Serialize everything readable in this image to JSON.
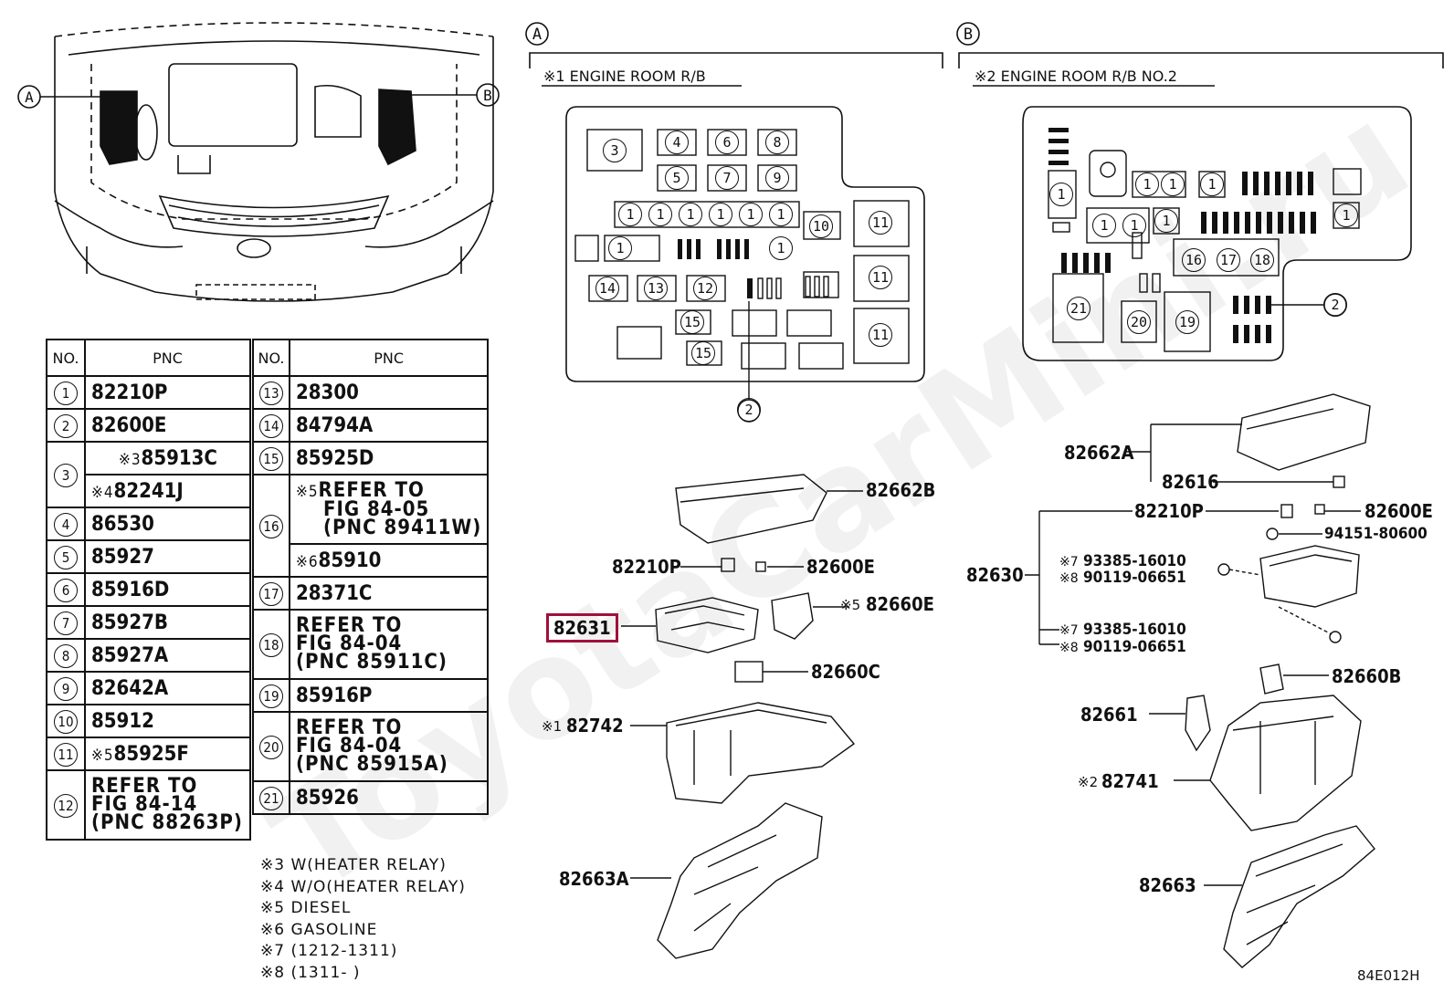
{
  "watermark": "ToyotaCarMini.ru",
  "figure_code": "84E012H",
  "callouts": {
    "a": "A",
    "b": "B"
  },
  "sections": {
    "a_title": "※1 ENGINE ROOM R/B",
    "b_title": "※2 ENGINE ROOM R/B NO.2"
  },
  "table_left": {
    "header_no": "NO.",
    "header_pnc": "PNC",
    "rows": [
      {
        "no": "1",
        "pnc": "82210P"
      },
      {
        "no": "2",
        "pnc": "82600E"
      },
      {
        "no": "3",
        "a_note": "※3",
        "a_pnc": "85913C",
        "b_note": "※4",
        "b_pnc": "82241J"
      },
      {
        "no": "4",
        "pnc": "86530"
      },
      {
        "no": "5",
        "pnc": "85927"
      },
      {
        "no": "6",
        "pnc": "85916D"
      },
      {
        "no": "7",
        "pnc": "85927B"
      },
      {
        "no": "8",
        "pnc": "85927A"
      },
      {
        "no": "9",
        "pnc": "82642A"
      },
      {
        "no": "10",
        "pnc": "85912"
      },
      {
        "no": "11",
        "note": "※5",
        "pnc": "85925F"
      },
      {
        "no": "12",
        "ref": [
          "REFER TO",
          "FIG 84-14",
          "(PNC 88263P)"
        ]
      }
    ]
  },
  "table_right": {
    "header_no": "NO.",
    "header_pnc": "PNC",
    "rows": [
      {
        "no": "13",
        "pnc": "28300"
      },
      {
        "no": "14",
        "pnc": "84794A"
      },
      {
        "no": "15",
        "pnc": "85925D"
      },
      {
        "no": "16",
        "a_note": "※5",
        "a_ref": [
          "REFER TO",
          "FIG 84-05",
          "(PNC 89411W)"
        ],
        "b_note": "※6",
        "b_pnc": "85910"
      },
      {
        "no": "17",
        "pnc": "28371C"
      },
      {
        "no": "18",
        "ref": [
          "REFER TO",
          "FIG 84-04",
          "(PNC 85911C)"
        ]
      },
      {
        "no": "19",
        "pnc": "85916P"
      },
      {
        "no": "20",
        "ref": [
          "REFER TO",
          "FIG 84-04",
          "(PNC 85915A)"
        ]
      },
      {
        "no": "21",
        "pnc": "85926"
      }
    ]
  },
  "footnotes": [
    "※3 W(HEATER RELAY)",
    "※4 W/O(HEATER RELAY)",
    "※5 DIESEL",
    "※6 GASOLINE",
    "※7 (1212-1311)",
    "※8 (1311-      )"
  ],
  "box_a_labels": {
    "b1": "1",
    "b2": "2",
    "b3": "3",
    "b4": "4",
    "b5": "5",
    "b6": "6",
    "b7": "7",
    "b8": "8",
    "b9": "9",
    "b10": "10",
    "b11": "11",
    "b12": "12",
    "b13": "13",
    "b14": "14",
    "b15": "15"
  },
  "box_b_labels": {
    "b1": "1",
    "b2": "2",
    "b16": "16",
    "b17": "17",
    "b18": "18",
    "b19": "19",
    "b20": "20",
    "b21": "21"
  },
  "parts_a": {
    "p82662B": "82662B",
    "p82210P": "82210P",
    "p82600E": "82600E",
    "p82631": "82631",
    "p82660E_note": "※5",
    "p82660E": "82660E",
    "p82660C": "82660C",
    "p82742_note": "※1",
    "p82742": "82742",
    "p82663A": "82663A"
  },
  "parts_b": {
    "p82662A": "82662A",
    "p82616": "82616",
    "p82210P": "82210P",
    "p82600E": "82600E",
    "p94151": "94151-80600",
    "p82630": "82630",
    "n7a": "※7",
    "p93385a": "93385-16010",
    "n8a": "※8",
    "p90119a": "90119-06651",
    "n7b": "※7",
    "p93385b": "93385-16010",
    "n8b": "※8",
    "p90119b": "90119-06651",
    "p82660B": "82660B",
    "p82661": "82661",
    "p82741_note": "※2",
    "p82741": "82741",
    "p82663": "82663"
  },
  "colors": {
    "highlight": "#a0103a",
    "ink": "#111111"
  }
}
